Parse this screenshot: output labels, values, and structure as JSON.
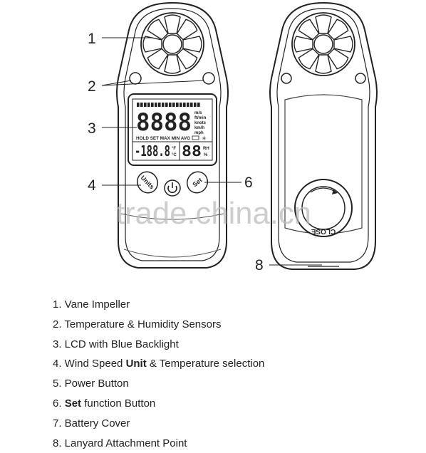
{
  "diagram": {
    "callouts": {
      "c1": "1",
      "c2": "2",
      "c3": "3",
      "c4": "4",
      "c6": "6",
      "c8": "8"
    },
    "lcd": {
      "main_digits": "8888",
      "units": [
        "m/s",
        "ft/min",
        "knots",
        "km/h",
        "mph"
      ],
      "mode_row": "HOLD SET MAX MIN AVG",
      "temp_digits": "-188.8",
      "temp_unit_f": "°F",
      "temp_unit_c": "°C",
      "humidity_digits": "88",
      "humidity_unit_top": "RH",
      "humidity_unit_bottom": "%"
    },
    "buttons": {
      "units": "Units",
      "set": "Set"
    },
    "battery_cover_label": "CLOSE",
    "watermark": "trade.china.cn"
  },
  "legend": {
    "items": [
      {
        "before": "1. Vane Impeller",
        "bold": "",
        "after": ""
      },
      {
        "before": "2. Temperature & Humidity Sensors",
        "bold": "",
        "after": ""
      },
      {
        "before": "3. LCD with Blue Backlight",
        "bold": "",
        "after": ""
      },
      {
        "before": "4. Wind Speed ",
        "bold": "Unit",
        "after": " & Temperature selection"
      },
      {
        "before": "5. Power Button",
        "bold": "",
        "after": ""
      },
      {
        "before": "6. ",
        "bold": "Set",
        "after": " function Button"
      },
      {
        "before": "7. Battery Cover",
        "bold": "",
        "after": ""
      },
      {
        "before": "8. Lanyard Attachment Point",
        "bold": "",
        "after": ""
      }
    ]
  }
}
